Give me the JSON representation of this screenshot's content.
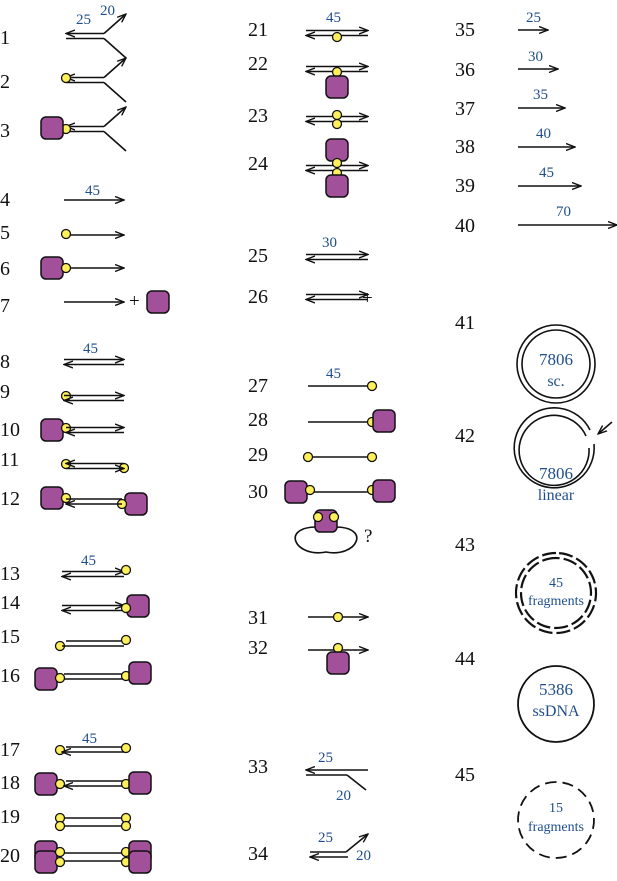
{
  "colors": {
    "line": "#111111",
    "label": "#1f4e8c",
    "protein": "#a3509b",
    "biotin": "#ffef5a"
  },
  "rows": [
    {
      "n": "1"
    },
    {
      "n": "2"
    },
    {
      "n": "3"
    },
    {
      "n": "4"
    },
    {
      "n": "5"
    },
    {
      "n": "6"
    },
    {
      "n": "7"
    },
    {
      "n": "8"
    },
    {
      "n": "9"
    },
    {
      "n": "10"
    },
    {
      "n": "11"
    },
    {
      "n": "12"
    },
    {
      "n": "13"
    },
    {
      "n": "14"
    },
    {
      "n": "15"
    },
    {
      "n": "16"
    },
    {
      "n": "17"
    },
    {
      "n": "18"
    },
    {
      "n": "19"
    },
    {
      "n": "20"
    },
    {
      "n": "21"
    },
    {
      "n": "22"
    },
    {
      "n": "23"
    },
    {
      "n": "24"
    },
    {
      "n": "25"
    },
    {
      "n": "26"
    },
    {
      "n": "27"
    },
    {
      "n": "28"
    },
    {
      "n": "29"
    },
    {
      "n": "30"
    },
    {
      "n": "31"
    },
    {
      "n": "32"
    },
    {
      "n": "33"
    },
    {
      "n": "34"
    },
    {
      "n": "35"
    },
    {
      "n": "36"
    },
    {
      "n": "37"
    },
    {
      "n": "38"
    },
    {
      "n": "39"
    },
    {
      "n": "40"
    },
    {
      "n": "41"
    },
    {
      "n": "42"
    },
    {
      "n": "43"
    },
    {
      "n": "44"
    },
    {
      "n": "45"
    }
  ],
  "labels": {
    "fork_25": "25",
    "fork_20": "20",
    "len_45_a": "45",
    "len_45_b": "45",
    "len_45_c": "45",
    "len_45_d": "45",
    "len_45_e": "45",
    "len_30": "30",
    "len_45_f": "45",
    "fl_25": "25",
    "fl_20": "20",
    "fr_25": "25",
    "fr_20": "20",
    "l35": "25",
    "l36": "30",
    "l37": "35",
    "l38": "40",
    "l39": "45",
    "l40": "70",
    "c41_a": "7806",
    "c41_b": "sc.",
    "c42_a": "7806",
    "c42_b": "linear",
    "c43_a": "45",
    "c43_b": "fragments",
    "c44_a": "5386",
    "c44_b": "ssDNA",
    "c45_a": "15",
    "c45_b": "fragments",
    "plus_a": "+",
    "plus_b": "+",
    "question": "?"
  }
}
